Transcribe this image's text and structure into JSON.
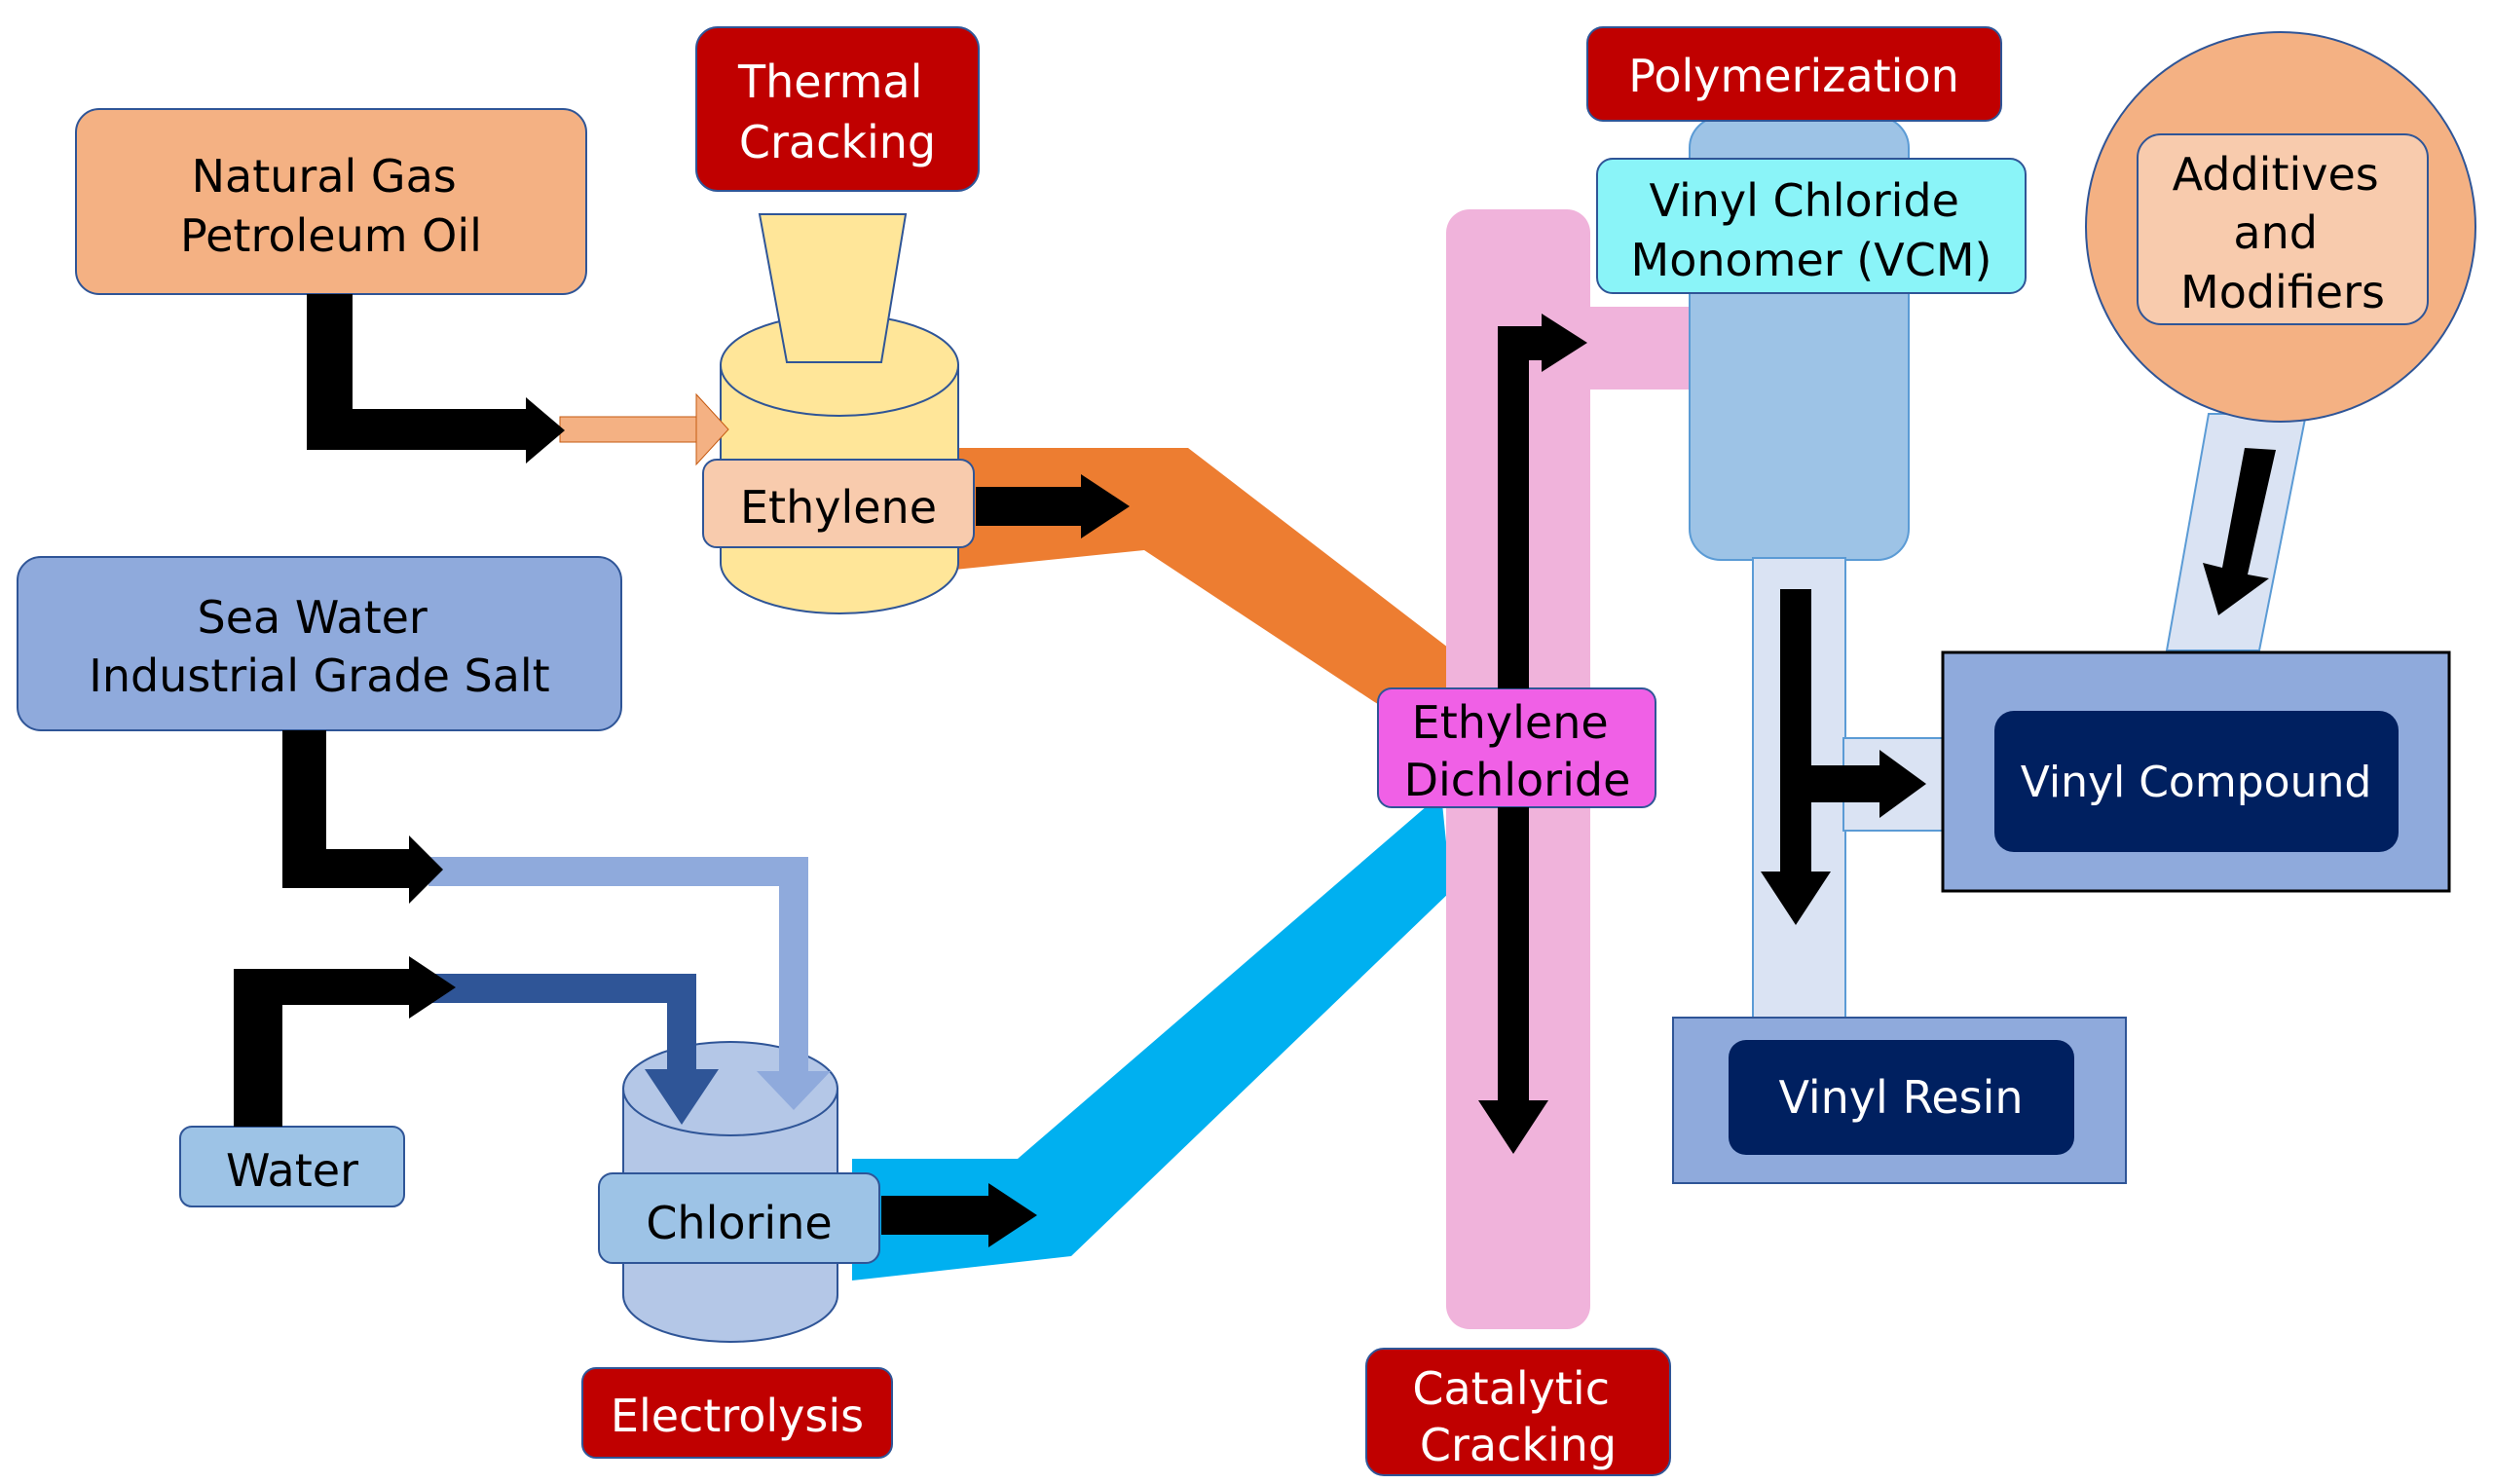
{
  "sources": {
    "natural_gas_line1": "Natural Gas",
    "natural_gas_line2": "Petroleum Oil",
    "sea_water_line1": "Sea Water",
    "sea_water_line2": "Industrial Grade Salt",
    "water": "Water",
    "additives_line1": "Additives",
    "additives_line2": "and",
    "additives_line3": "Modifiers"
  },
  "processes": {
    "thermal_cracking_line1": "Thermal",
    "thermal_cracking_line2": "Cracking",
    "electrolysis": "Electrolysis",
    "polymerization": "Polymerization",
    "catalytic_cracking_line1": "Catalytic",
    "catalytic_cracking_line2": "Cracking"
  },
  "intermediates": {
    "ethylene": "Ethylene",
    "chlorine": "Chlorine",
    "edc_line1": "Ethylene",
    "edc_line2": "Dichloride",
    "vcm_line1": "Vinyl Chloride",
    "vcm_line2": "Monomer (VCM)"
  },
  "products": {
    "vinyl_compound": "Vinyl Compound",
    "vinyl_resin": "Vinyl Resin"
  },
  "colors": {
    "process_red": "#C00000",
    "source_orange": "#F4B183",
    "source_blue": "#8FAADC",
    "ethylene_flow": "#ED7D31",
    "chlorine_flow": "#00B0F0",
    "edc_column": "#F0B3DB",
    "edc_label": "#F060E6",
    "vcm_label": "#8AF4F8",
    "product_navy": "#002060"
  }
}
